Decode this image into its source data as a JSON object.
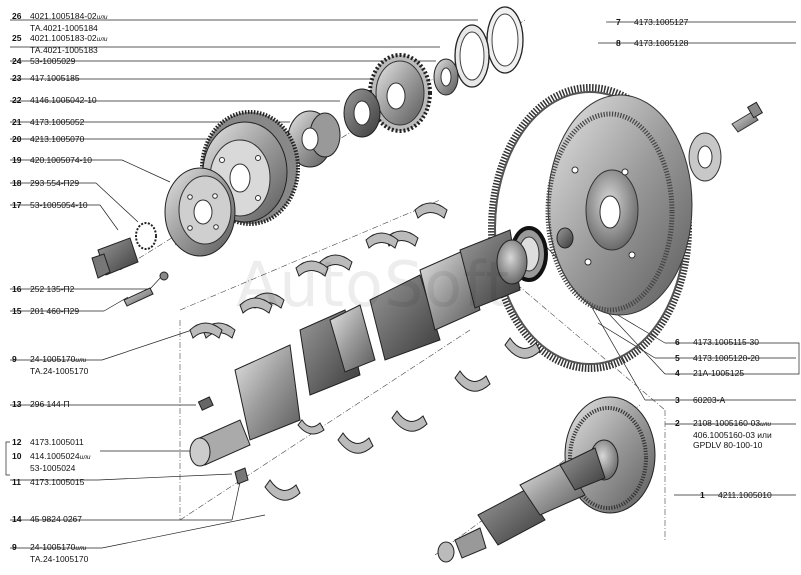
{
  "watermark": "AutoSoft",
  "left_labels": [
    {
      "num": "26",
      "l1": "4021.1005184-02",
      "or": "или",
      "l2": "ТА.4021-1005184"
    },
    {
      "num": "25",
      "l1": "4021.1005183-02",
      "or": "или",
      "l2": "ТА.4021-1005183"
    },
    {
      "num": "24",
      "l1": "53-1005029"
    },
    {
      "num": "23",
      "l1": "417.1005185"
    },
    {
      "num": "22",
      "l1": "4146.1005042-10"
    },
    {
      "num": "21",
      "l1": "4173.1005052"
    },
    {
      "num": "20",
      "l1": "4213.1005070"
    },
    {
      "num": "19",
      "l1": "420.1005074-10"
    },
    {
      "num": "18",
      "l1": "293 554-П29"
    },
    {
      "num": "17",
      "l1": "53-1005054-10"
    },
    {
      "num": "16",
      "l1": "252 135-П2"
    },
    {
      "num": "15",
      "l1": "201 460-П29"
    },
    {
      "num": "9",
      "l1": "24-1005170",
      "or": "или",
      "l2": "ТА.24-1005170"
    },
    {
      "num": "13",
      "l1": "296 144-П"
    },
    {
      "num": "12",
      "l1": "4173.1005011"
    },
    {
      "num": "10",
      "l1": "414.1005024",
      "or": "или",
      "l2": "53-1005024"
    },
    {
      "num": "11",
      "l1": "4173.1005015"
    },
    {
      "num": "14",
      "l1": "45 9824 0267"
    },
    {
      "num": "9",
      "l1": "24-1005170",
      "or": "или",
      "l2": "ТА.24-1005170"
    }
  ],
  "right_labels": [
    {
      "num": "7",
      "l1": "4173.1005127"
    },
    {
      "num": "8",
      "l1": "4173.1005128"
    },
    {
      "num": "6",
      "l1": "4173.1005115-30"
    },
    {
      "num": "5",
      "l1": "4173.1005120-20"
    },
    {
      "num": "4",
      "l1": "21А-1005125"
    },
    {
      "num": "3",
      "l1": "60203-А"
    },
    {
      "num": "2",
      "l1": "2108-1005160-03",
      "or": "или",
      "l2": "406.1005160-03 или",
      "l3": "GPDLV 80-100-10"
    },
    {
      "num": "1",
      "l1": "4211.1005010"
    }
  ]
}
